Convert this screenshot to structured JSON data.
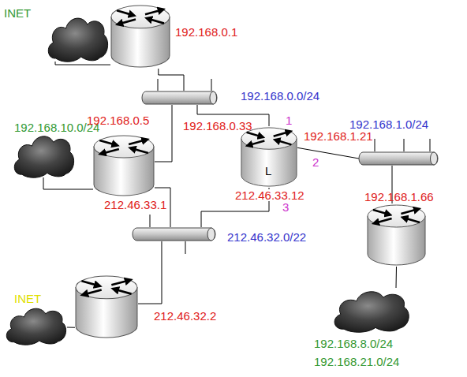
{
  "diagram": {
    "nodes": [
      {
        "text": [
          "INET"
        ]
      },
      {
        "text": [
          "192.168.0.1"
        ]
      },
      {
        "text": [
          "192.168.0.0/24"
        ]
      },
      {
        "text": [
          "192.168.10.0/24"
        ]
      },
      {
        "text": [
          "192.168.0.5",
          "212.46.33.1"
        ]
      },
      {
        "text": [
          "L",
          "192.168.0.33",
          "192.168.1.21",
          "212.46.33.12"
        ]
      },
      {
        "text": [
          "192.168.1.0/24"
        ]
      },
      {
        "text": [
          "192.168.1.66"
        ]
      },
      {
        "text": [
          "212.46.32.0/22"
        ]
      },
      {
        "text": [
          "INET"
        ]
      },
      {
        "text": [
          "212.46.32.2"
        ]
      },
      {
        "text": [
          "192.168.8.0/24",
          "192.168.21.0/24"
        ]
      }
    ],
    "edges": [
      {
        "from": 0,
        "to": 1,
        "arrow": "none"
      },
      {
        "from": 1,
        "to": 2,
        "arrow": "none"
      },
      {
        "from": 2,
        "to": 4,
        "arrow": "none"
      },
      {
        "from": 2,
        "to": 5,
        "arrow": "none"
      },
      {
        "from": 3,
        "to": 4,
        "arrow": "none"
      },
      {
        "from": 4,
        "to": 8,
        "arrow": "none"
      },
      {
        "from": 5,
        "to": 6,
        "arrow": "none"
      },
      {
        "from": 5,
        "to": 8,
        "arrow": "none"
      },
      {
        "from": 6,
        "to": 7,
        "arrow": "none"
      },
      {
        "from": 7,
        "to": 11,
        "arrow": "none"
      },
      {
        "from": 8,
        "to": 10,
        "arrow": "none"
      },
      {
        "from": 9,
        "to": 10,
        "arrow": "none"
      }
    ],
    "labels": [
      "1",
      "2",
      "3"
    ]
  }
}
